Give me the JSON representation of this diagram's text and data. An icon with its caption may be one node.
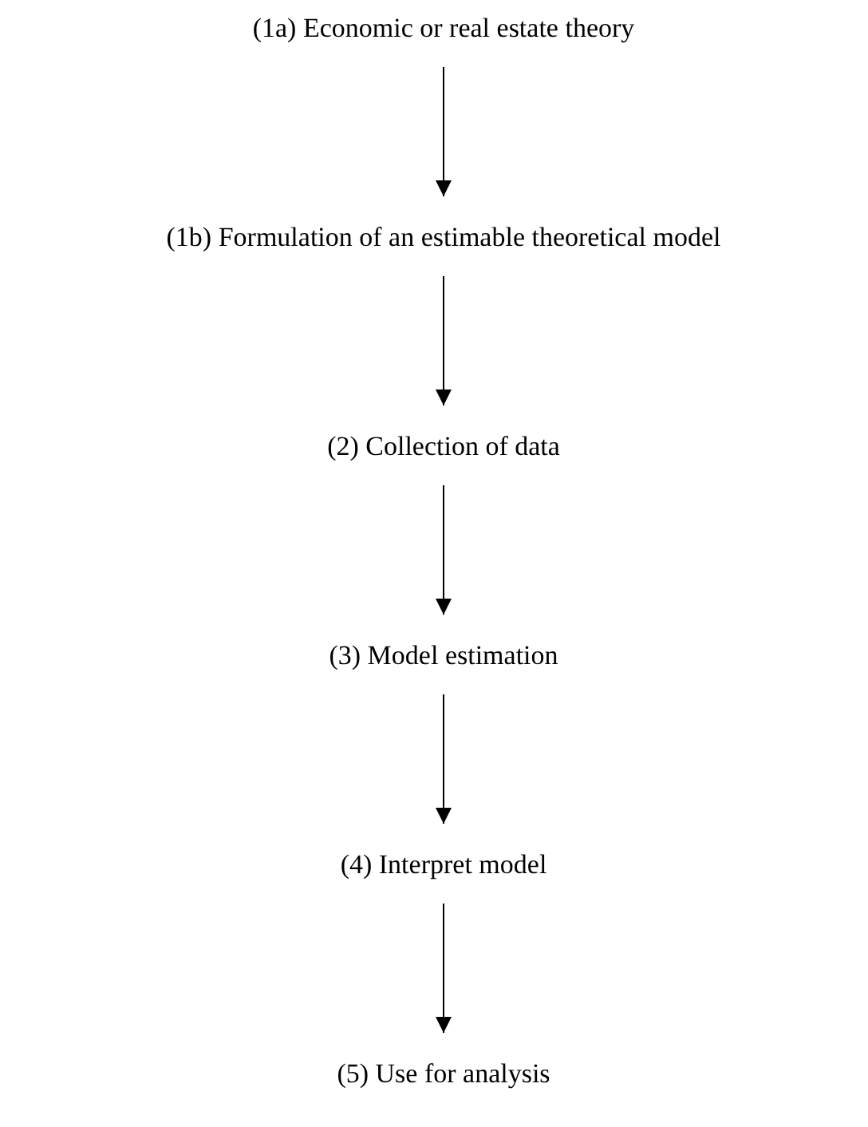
{
  "diagram": {
    "nodes": [
      {
        "text": [
          "(1a) Economic or real estate theory"
        ]
      },
      {
        "text": [
          "(1b) Formulation of an estimable theoretical model"
        ]
      },
      {
        "text": [
          "(2) Collection of data"
        ]
      },
      {
        "text": [
          "(3) Model estimation"
        ]
      },
      {
        "text": [
          "(4) Interpret model"
        ]
      },
      {
        "text": [
          "(5) Use for analysis"
        ]
      }
    ],
    "edges": [
      {
        "from": 0,
        "to": 1,
        "arrow": "to"
      },
      {
        "from": 1,
        "to": 2,
        "arrow": "to"
      },
      {
        "from": 2,
        "to": 3,
        "arrow": "to"
      },
      {
        "from": 3,
        "to": 4,
        "arrow": "to"
      },
      {
        "from": 4,
        "to": 5,
        "arrow": "to"
      }
    ]
  }
}
